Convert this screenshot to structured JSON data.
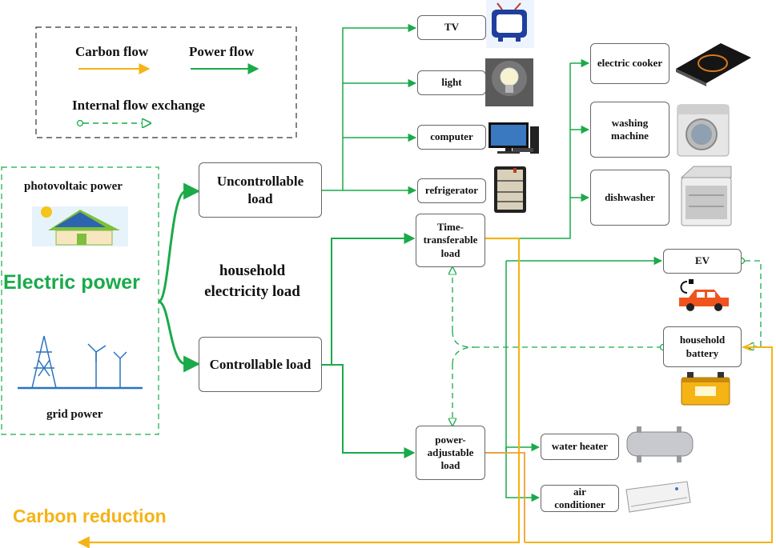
{
  "legend": {
    "carbon_flow": "Carbon flow",
    "power_flow": "Power flow",
    "internal_flow": "Internal flow exchange"
  },
  "sources": {
    "photovoltaic": "photovoltaic power",
    "grid": "grid power",
    "electric_power": "Electric power"
  },
  "center": {
    "household_load_line1": "household",
    "household_load_line2": "electricity load"
  },
  "loads": {
    "uncontrollable_line1": "Uncontrollable",
    "uncontrollable_line2": "load",
    "controllable": "Controllable load",
    "time_transferable_line1": "Time-",
    "time_transferable_line2": "transferable",
    "time_transferable_line3": "load",
    "power_adjustable_line1": "power-",
    "power_adjustable_line2": "adjustable",
    "power_adjustable_line3": "load"
  },
  "appliances": {
    "tv": "TV",
    "light": "light",
    "computer": "computer",
    "refrigerator": "refrigerator",
    "electric_cooker": "electric cooker",
    "washing_line1": "washing",
    "washing_line2": "machine",
    "dishwasher": "dishwasher",
    "ev": "EV",
    "battery_line1": "household",
    "battery_line2": "battery",
    "water_heater": "water heater",
    "ac_line1": "air",
    "ac_line2": "conditioner"
  },
  "carbon_reduction": "Carbon reduction",
  "colors": {
    "power": "#1aaa4a",
    "carbon": "#f5b316",
    "carbon_title": "#f5b316",
    "electric_title": "#1aaa4a",
    "dash": "#333333"
  }
}
